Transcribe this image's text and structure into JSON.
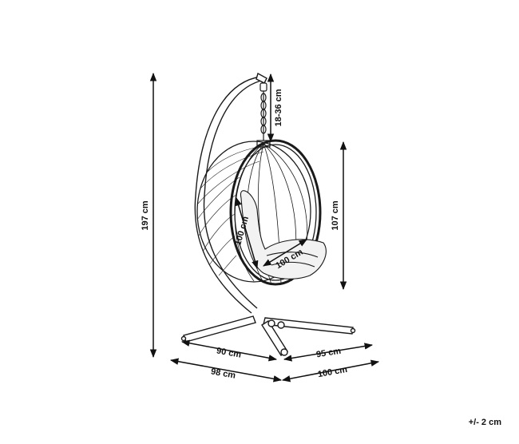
{
  "dimensions": {
    "total_height": "197 cm",
    "chain_length": "18-36 cm",
    "seat_height": "107 cm",
    "inner_height": "100 cm",
    "inner_width": "100 cm",
    "base_depth_inner": "90 cm",
    "base_width_inner": "95 cm",
    "base_depth_outer": "98 cm",
    "base_width_outer": "100 cm"
  },
  "tolerance": "+/- 2 cm",
  "colors": {
    "line": "#1a1a1a",
    "cushion": "#f2f2f2",
    "background": "#ffffff"
  }
}
